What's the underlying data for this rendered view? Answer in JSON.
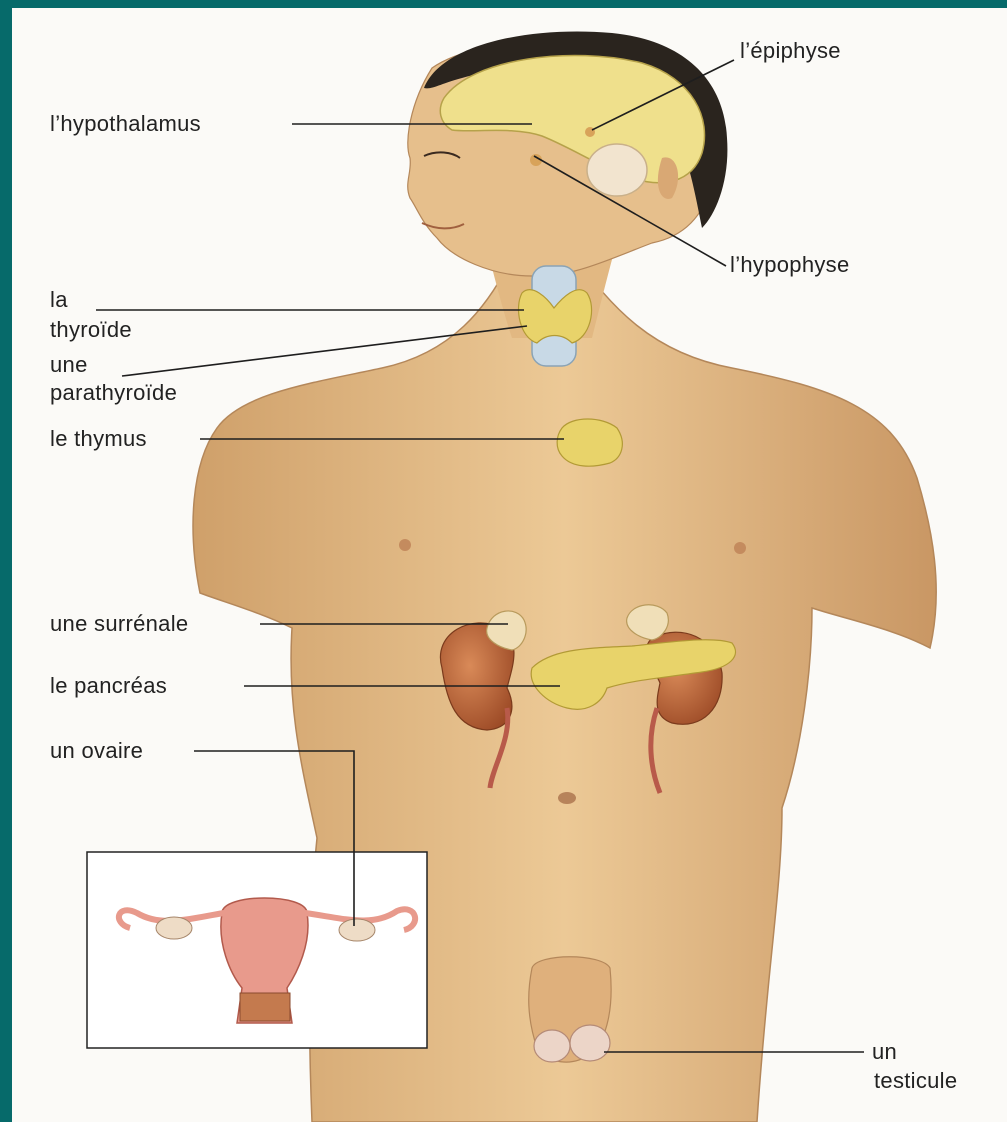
{
  "labels": {
    "epiphyse": "l’épiphyse",
    "hypothalamus": "l’hypothalamus",
    "hypophyse": "l’hypophyse",
    "thyroide_1": "la",
    "thyroide_2": "thyroïde",
    "parathyroide_1": "une",
    "parathyroide_2": "parathyroïde",
    "thymus": "le thymus",
    "surrenale": "une surrénale",
    "pancreas": "le pancréas",
    "ovaire": "un ovaire",
    "testicule_1": "un",
    "testicule_2": "testicule"
  },
  "colors": {
    "frame_background": "#066a6a",
    "skin": "#e3bb86",
    "gland": "#e8d36a",
    "kidney": "#c06b3d",
    "uterus": "#e89a8c"
  }
}
